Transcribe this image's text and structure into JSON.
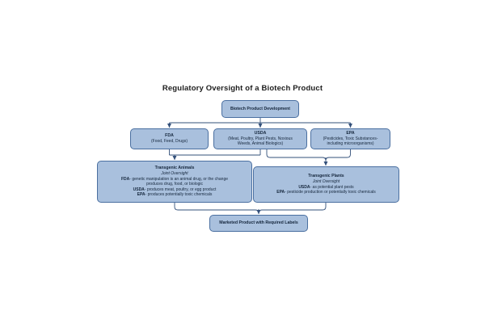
{
  "figure": {
    "title": "Regulatory Oversight of a Biotech Product",
    "type": "flowchart",
    "palette": {
      "node_fill": "#a9c0dd",
      "node_border": "#4a6fa0",
      "connector": "#33507a",
      "text": "#15263c",
      "background": "#ffffff"
    }
  },
  "nodes": {
    "root": {
      "label": "Biotech Product Development"
    },
    "fda": {
      "title": "FDA",
      "scope": "(Food, Feed, Drugs)"
    },
    "usda": {
      "title": "USDA",
      "scope_line1": "(Meat, Poultry, Plant Pests, Noxious",
      "scope_line2": "Weeds, Animal Biologics)"
    },
    "epa": {
      "title": "EPA",
      "scope_line1": "(Pesticides, Toxic Substances-",
      "scope_line2": "including microorganisms)"
    },
    "transgenic_animals": {
      "title": "Transgenic Animals",
      "subtitle": "Joint Oversight",
      "rules": [
        {
          "agency": "FDA",
          "text": "- genetic manipulation is an animal drug, or the change"
        },
        {
          "agency": "",
          "text": "produces drug, food, or biologic"
        },
        {
          "agency": "USDA",
          "text": "- produces meat, poultry, or egg product"
        },
        {
          "agency": "EPA",
          "text": "- produces potentially toxic chemicals"
        }
      ]
    },
    "transgenic_plants": {
      "title": "Transgenic Plants",
      "subtitle": "Joint Oversight",
      "rules": [
        {
          "agency": "USDA",
          "text": "- as potential plant pests"
        },
        {
          "agency": "EPA",
          "text": "- pesticide production or potentially toxic chemicals"
        }
      ]
    },
    "marketed": {
      "label": "Marketed Product with Required Labels"
    }
  },
  "edges": [
    {
      "from": "root",
      "to": "fda"
    },
    {
      "from": "root",
      "to": "usda"
    },
    {
      "from": "root",
      "to": "epa"
    },
    {
      "from": "fda",
      "to": "transgenic_animals"
    },
    {
      "from": "usda",
      "to": "transgenic_animals"
    },
    {
      "from": "usda",
      "to": "transgenic_plants"
    },
    {
      "from": "epa",
      "to": "transgenic_plants"
    },
    {
      "from": "transgenic_animals",
      "to": "marketed"
    },
    {
      "from": "transgenic_plants",
      "to": "marketed"
    }
  ]
}
